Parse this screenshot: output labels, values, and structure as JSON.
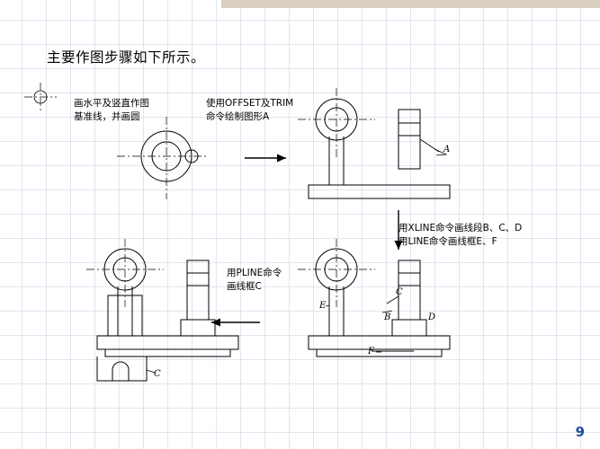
{
  "slide": {
    "page_number": "9",
    "title": "主要作图步骤如下所示。",
    "accent_color": "#1f4e9c",
    "topbar_color": "#d9cfc2",
    "grid_color": "#96afcd"
  },
  "notes": [
    {
      "id": "note-step1",
      "text": "画水平及竖直作图\n基准线，并画圆"
    },
    {
      "id": "note-step2",
      "text": "使用OFFSET及TRIM\n命令绘制图形A"
    },
    {
      "id": "note-step3",
      "text": "用XLINE命令画线段B、C、D\n用LINE命令画线框E、F"
    },
    {
      "id": "note-step4",
      "text": "用PLINE命令\n画线框C"
    }
  ],
  "callouts": {
    "figure2": [
      "A"
    ],
    "figure3": [
      "E",
      "C",
      "B",
      "D",
      "F"
    ],
    "figure4": [
      "C"
    ]
  },
  "arrows": [
    {
      "id": "arrow-right-top",
      "direction": "right"
    },
    {
      "id": "arrow-down-right",
      "direction": "down"
    },
    {
      "id": "arrow-left-bottom",
      "direction": "left"
    }
  ]
}
